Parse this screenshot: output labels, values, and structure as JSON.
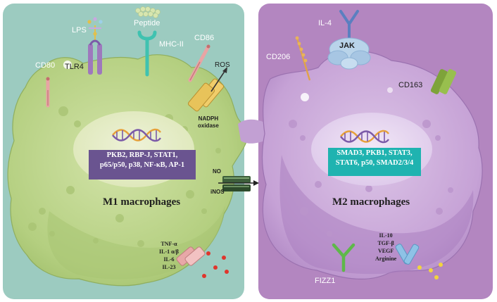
{
  "m1": {
    "title": "M1 macrophages",
    "receptors": {
      "lps": "LPS",
      "peptide": "Peptide",
      "mhc2": "MHC-II",
      "cd86": "CD86",
      "cd80": "CD80",
      "tlr4": "TLR4",
      "ros": "ROS"
    },
    "nadph": [
      "NADPH",
      "oxidase"
    ],
    "factors": [
      "PKB2, RBP-J, STAT1,",
      "p65/p50, p38, NF-κB, AP-1"
    ],
    "secreted": [
      "TNF-α",
      "IL-1 α/β",
      "IL-6",
      "IL-23"
    ],
    "colors": {
      "panel": "#9ccbc0",
      "cell": "#bad487",
      "nucleus": "#e3eac4",
      "box": "#6a5490"
    }
  },
  "channel": {
    "no": "NO",
    "inos": "iNOS"
  },
  "m2": {
    "title": "M2 macrophages",
    "receptors": {
      "il4": "IL-4",
      "jak": "JAK",
      "cd206": "CD206",
      "cd163": "CD163",
      "fizz": "FIZZ1"
    },
    "factors": [
      "SMAD3, PKB1, STAT3,",
      "STAT6, p50, SMAD2/3/4"
    ],
    "secreted": [
      "IL-10",
      "TGF-β",
      "VEGF",
      "Arginine"
    ],
    "colors": {
      "panel": "#b386c0",
      "cell": "#c9a7d8",
      "nucleus": "#e5d6ee",
      "box": "#1fb3b0"
    }
  }
}
